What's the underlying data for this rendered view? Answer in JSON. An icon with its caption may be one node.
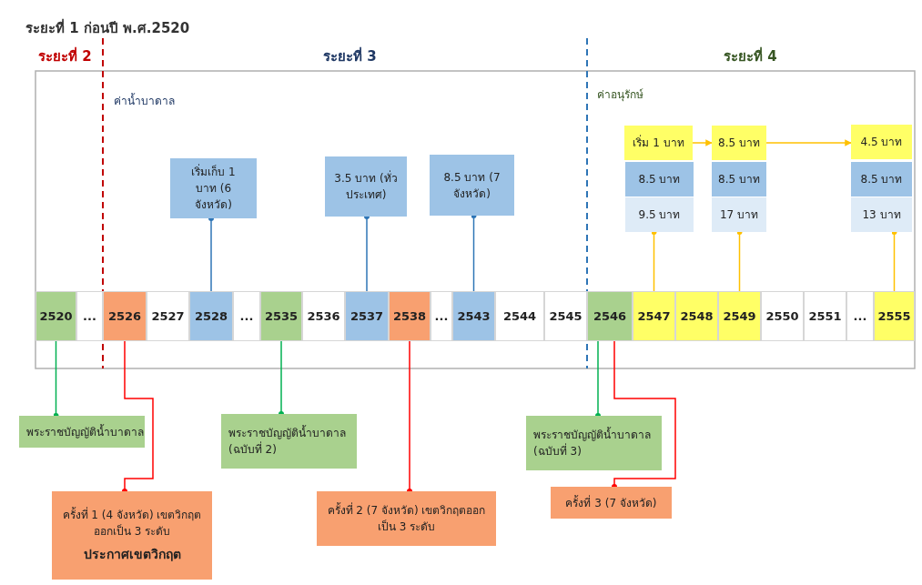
{
  "diagram": {
    "title": "ระยะที่ 1 ก่อนปี พ.ศ.2520",
    "nodes": [
      {
        "text": [
          "2520"
        ]
      },
      {
        "text": [
          "..."
        ]
      },
      {
        "text": [
          "2526"
        ]
      },
      {
        "text": [
          "2527"
        ]
      },
      {
        "text": [
          "2528"
        ]
      },
      {
        "text": [
          "..."
        ]
      },
      {
        "text": [
          "2535"
        ]
      },
      {
        "text": [
          "2536"
        ]
      },
      {
        "text": [
          "2537"
        ]
      },
      {
        "text": [
          "2538"
        ]
      },
      {
        "text": [
          "..."
        ]
      },
      {
        "text": [
          "2543"
        ]
      },
      {
        "text": [
          "2544"
        ]
      },
      {
        "text": [
          "2545"
        ]
      },
      {
        "text": [
          "2546"
        ]
      },
      {
        "text": [
          "2547"
        ]
      },
      {
        "text": [
          "2548"
        ]
      },
      {
        "text": [
          "2549"
        ]
      },
      {
        "text": [
          "2550"
        ]
      },
      {
        "text": [
          "2551"
        ]
      },
      {
        "text": [
          "..."
        ]
      },
      {
        "text": [
          "2555"
        ]
      },
      {
        "text": [
          "เริ่มเก็บ 1 บาท (6 จังหวัด)"
        ]
      },
      {
        "text": [
          "3.5 บาท (ทั่วประเทศ)"
        ]
      },
      {
        "text": [
          "8.5 บาท (7 จังหวัด)"
        ]
      },
      {
        "text": [
          "เริ่ม 1 บาท"
        ]
      },
      {
        "text": [
          "8.5 บาท"
        ]
      },
      {
        "text": [
          "9.5 บาท"
        ]
      },
      {
        "text": [
          "8.5 บาท"
        ]
      },
      {
        "text": [
          "8.5 บาท"
        ]
      },
      {
        "text": [
          "17 บาท"
        ]
      },
      {
        "text": [
          "4.5 บาท"
        ]
      },
      {
        "text": [
          "8.5 บาท"
        ]
      },
      {
        "text": [
          "13 บาท"
        ]
      },
      {
        "text": [
          "พระราชบัญญัติน้ำบาดาล"
        ]
      },
      {
        "text": [
          "พระราชบัญญัติน้ำบาดาล (ฉบับที่ 2)"
        ]
      },
      {
        "text": [
          "พระราชบัญญัติน้ำบาดาล (ฉบับที่ 3)"
        ]
      },
      {
        "text": [
          "ครั้งที่ 1 (4 จังหวัด) เขตวิกฤตออกเป็น 3 ระดับ",
          "ประกาศเขตวิกฤต"
        ]
      },
      {
        "text": [
          "ครั้งที่ 2 (7 จังหวัด) เขตวิกฤตออกเป็น 3 ระดับ"
        ]
      },
      {
        "text": [
          "ครั้งที่ 3 (7 จังหวัด)"
        ]
      }
    ],
    "edges": [
      {
        "from": 4,
        "to": 22,
        "arrow": "other",
        "color": "#2e75b6"
      },
      {
        "from": 8,
        "to": 23,
        "arrow": "other",
        "color": "#2e75b6"
      },
      {
        "from": 11,
        "to": 24,
        "arrow": "other",
        "color": "#2e75b6"
      },
      {
        "from": 15,
        "to": 27,
        "arrow": "other",
        "color": "#ffc000"
      },
      {
        "from": 17,
        "to": 30,
        "arrow": "other",
        "color": "#ffc000"
      },
      {
        "from": 21,
        "to": 33,
        "arrow": "other",
        "color": "#ffc000"
      },
      {
        "from": 25,
        "to": 28,
        "arrow": "to",
        "color": "#ffc000"
      },
      {
        "from": 28,
        "to": 31,
        "arrow": "to",
        "color": "#ffc000"
      },
      {
        "from": 0,
        "to": 34,
        "arrow": "other",
        "color": "#00b050"
      },
      {
        "from": 6,
        "to": 35,
        "arrow": "other",
        "color": "#00b050"
      },
      {
        "from": 14,
        "to": 36,
        "arrow": "other",
        "color": "#00b050"
      },
      {
        "from": 2,
        "to": 37,
        "arrow": "other",
        "color": "#ff0000"
      },
      {
        "from": 9,
        "to": 38,
        "arrow": "other",
        "color": "#ff0000"
      },
      {
        "from": 14,
        "to": 39,
        "arrow": "other",
        "color": "#ff0000"
      }
    ],
    "labels": [
      "ระยะที่ 2",
      "ระยะที่ 3",
      "ระยะที่ 4",
      "ค่าน้ำบาดาล",
      "ค่าอนุรักษ์"
    ]
  }
}
